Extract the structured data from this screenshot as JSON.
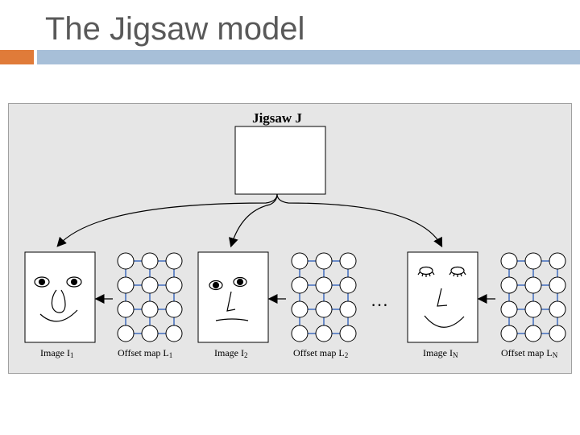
{
  "slide": {
    "title": "The Jigsaw model"
  },
  "diagram": {
    "jigsaw_label": "Jigsaw J",
    "ellipsis": "…",
    "images": [
      {
        "label": "Image I",
        "sub": "1"
      },
      {
        "label": "Image I",
        "sub": "2"
      },
      {
        "label": "Image I",
        "sub": "N"
      }
    ],
    "offset_maps": [
      {
        "label": "Offset map L",
        "sub": "1"
      },
      {
        "label": "Offset map L",
        "sub": "2"
      },
      {
        "label": "Offset map L",
        "sub": "N"
      }
    ]
  },
  "colors": {
    "accent_orange": "#e07b39",
    "accent_blue": "#a7bfd8",
    "panel_bg": "#e6e6e6",
    "grid_edge": "#6a8bc8"
  }
}
